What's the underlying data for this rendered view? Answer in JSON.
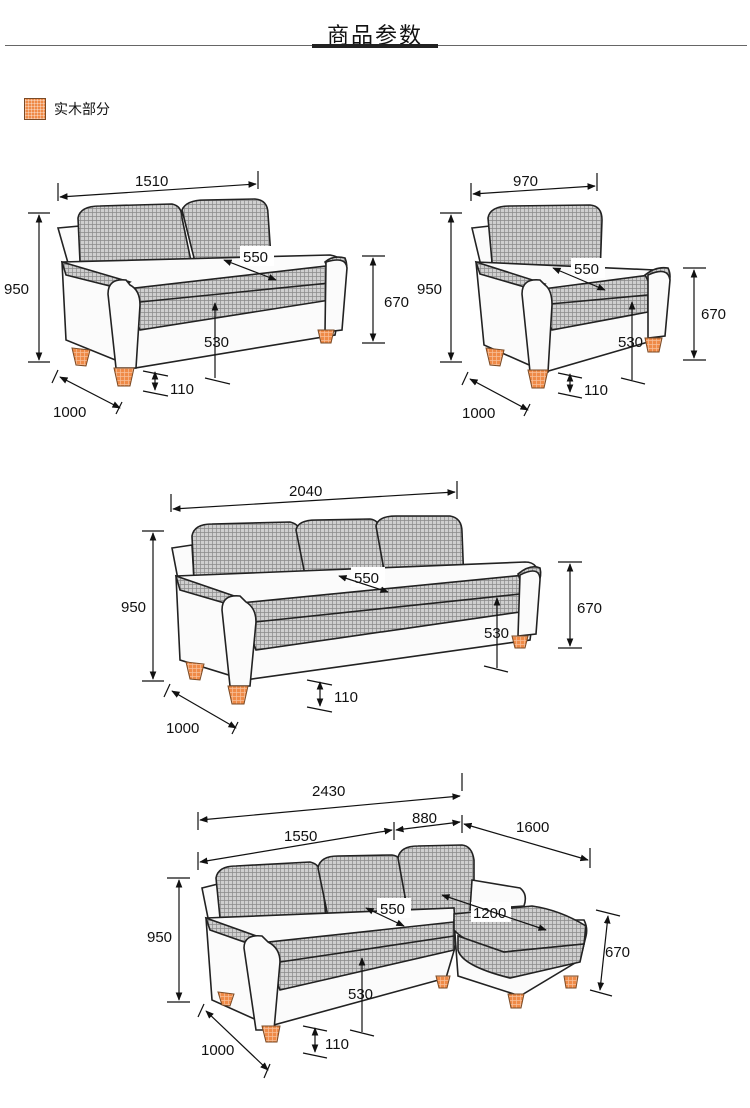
{
  "header": {
    "title": "商品参数"
  },
  "legend": {
    "swatch_color": "#ef8a47",
    "label": "实木部分"
  },
  "sofas": [
    {
      "dims": {
        "width": "1510",
        "height": "950",
        "arm_height": "670",
        "depth": "1000",
        "seat_depth": "550",
        "seat_height": "530",
        "leg_height": "110"
      }
    },
    {
      "dims": {
        "width": "970",
        "height": "950",
        "arm_height": "670",
        "depth": "1000",
        "seat_depth": "550",
        "seat_height": "530",
        "leg_height": "110"
      }
    },
    {
      "dims": {
        "width": "2040",
        "height": "950",
        "arm_height": "670",
        "depth": "1000",
        "seat_depth": "550",
        "seat_height": "530",
        "leg_height": "110"
      }
    },
    {
      "dims": {
        "width": "2430",
        "main_width": "1550",
        "chaise_offset": "880",
        "chaise_length": "1600",
        "chaise_depth": "1200",
        "height": "950",
        "arm_height": "670",
        "depth": "1000",
        "seat_depth": "550",
        "seat_height": "530",
        "leg_height": "110"
      }
    }
  ]
}
